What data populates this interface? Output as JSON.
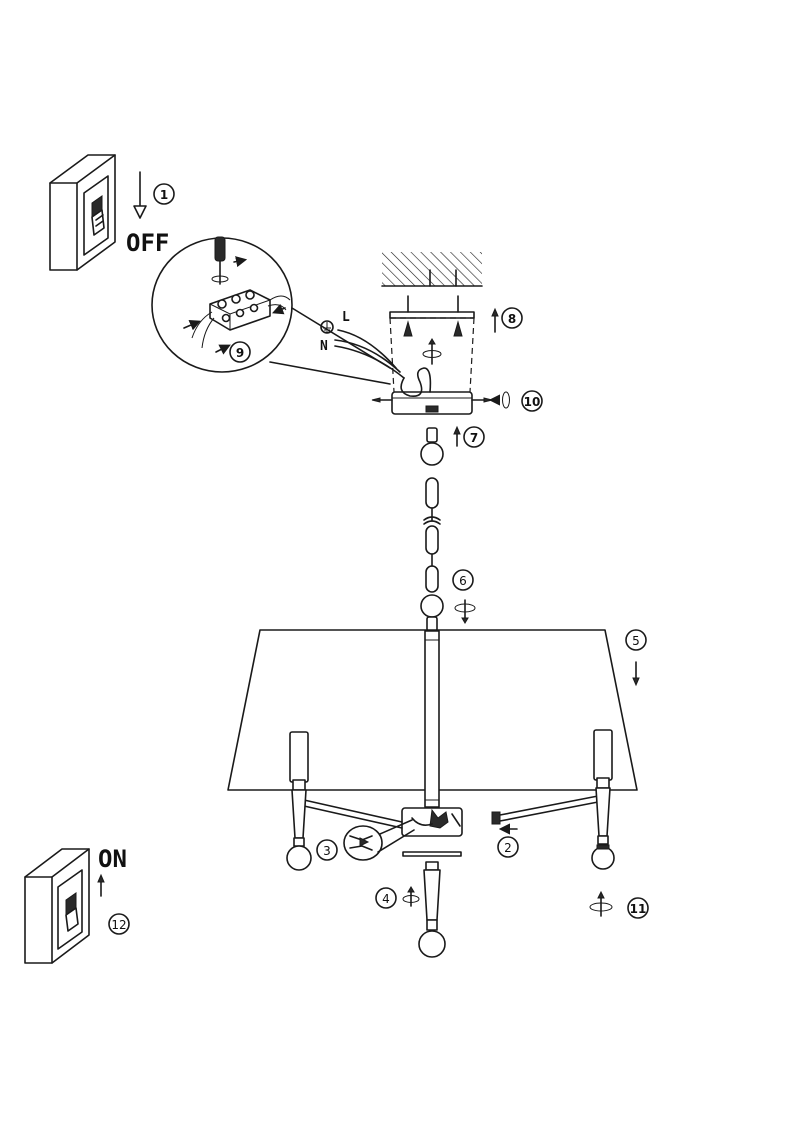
{
  "switch_off": {
    "label": "OFF"
  },
  "switch_on": {
    "label": "ON"
  },
  "wires": {
    "live": "L",
    "neutral": "N"
  },
  "steps": [
    "1",
    "2",
    "3",
    "4",
    "5",
    "6",
    "7",
    "8",
    "9",
    "10",
    "11",
    "12"
  ],
  "icons": [
    "wall-switch-icon",
    "screwdriver-icon",
    "ground-symbol-icon",
    "rotate-arrow-icon",
    "light-bulb-icon"
  ]
}
